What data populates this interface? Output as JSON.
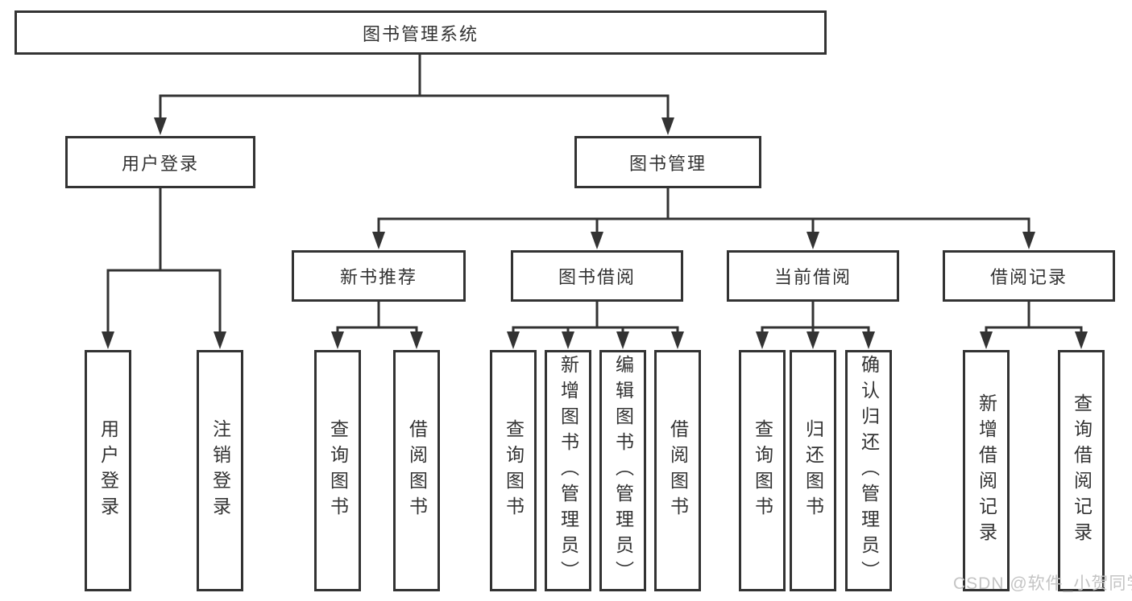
{
  "colors": {
    "line": "#333333",
    "background": "#ffffff",
    "watermark_text": "#c4c4c4"
  },
  "watermark": "CSDN @软件_小贺同学",
  "tree": {
    "root": "图书管理系统",
    "branches": [
      {
        "label": "用户登录",
        "children": [
          {
            "label": "用户登录"
          },
          {
            "label": "注销登录"
          }
        ]
      },
      {
        "label": "图书管理",
        "children": [
          {
            "label": "新书推荐",
            "children": [
              {
                "label": "查询图书"
              },
              {
                "label": "借阅图书"
              }
            ]
          },
          {
            "label": "图书借阅",
            "children": [
              {
                "label": "查询图书"
              },
              {
                "label": "新增图书（管理员）"
              },
              {
                "label": "编辑图书（管理员）"
              },
              {
                "label": "借阅图书"
              }
            ]
          },
          {
            "label": "当前借阅",
            "children": [
              {
                "label": "查询图书"
              },
              {
                "label": "归还图书"
              },
              {
                "label": "确认归还（管理员）"
              }
            ]
          },
          {
            "label": "借阅记录",
            "children": [
              {
                "label": "新增借阅记录"
              },
              {
                "label": "查询借阅记录"
              }
            ]
          }
        ]
      }
    ]
  }
}
